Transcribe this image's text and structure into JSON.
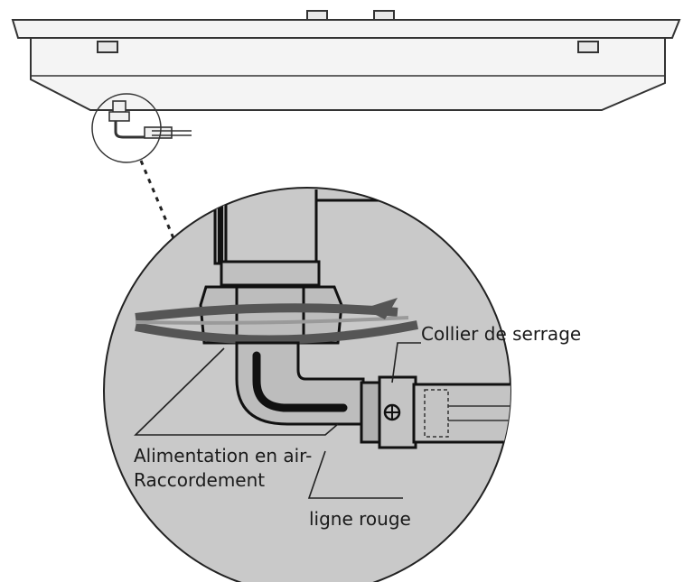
{
  "labels": {
    "clamp": "Collier de serrage",
    "air_supply_line1": "Alimentation en air-",
    "air_supply_line2": "Raccordement",
    "red_line": "ligne rouge"
  }
}
